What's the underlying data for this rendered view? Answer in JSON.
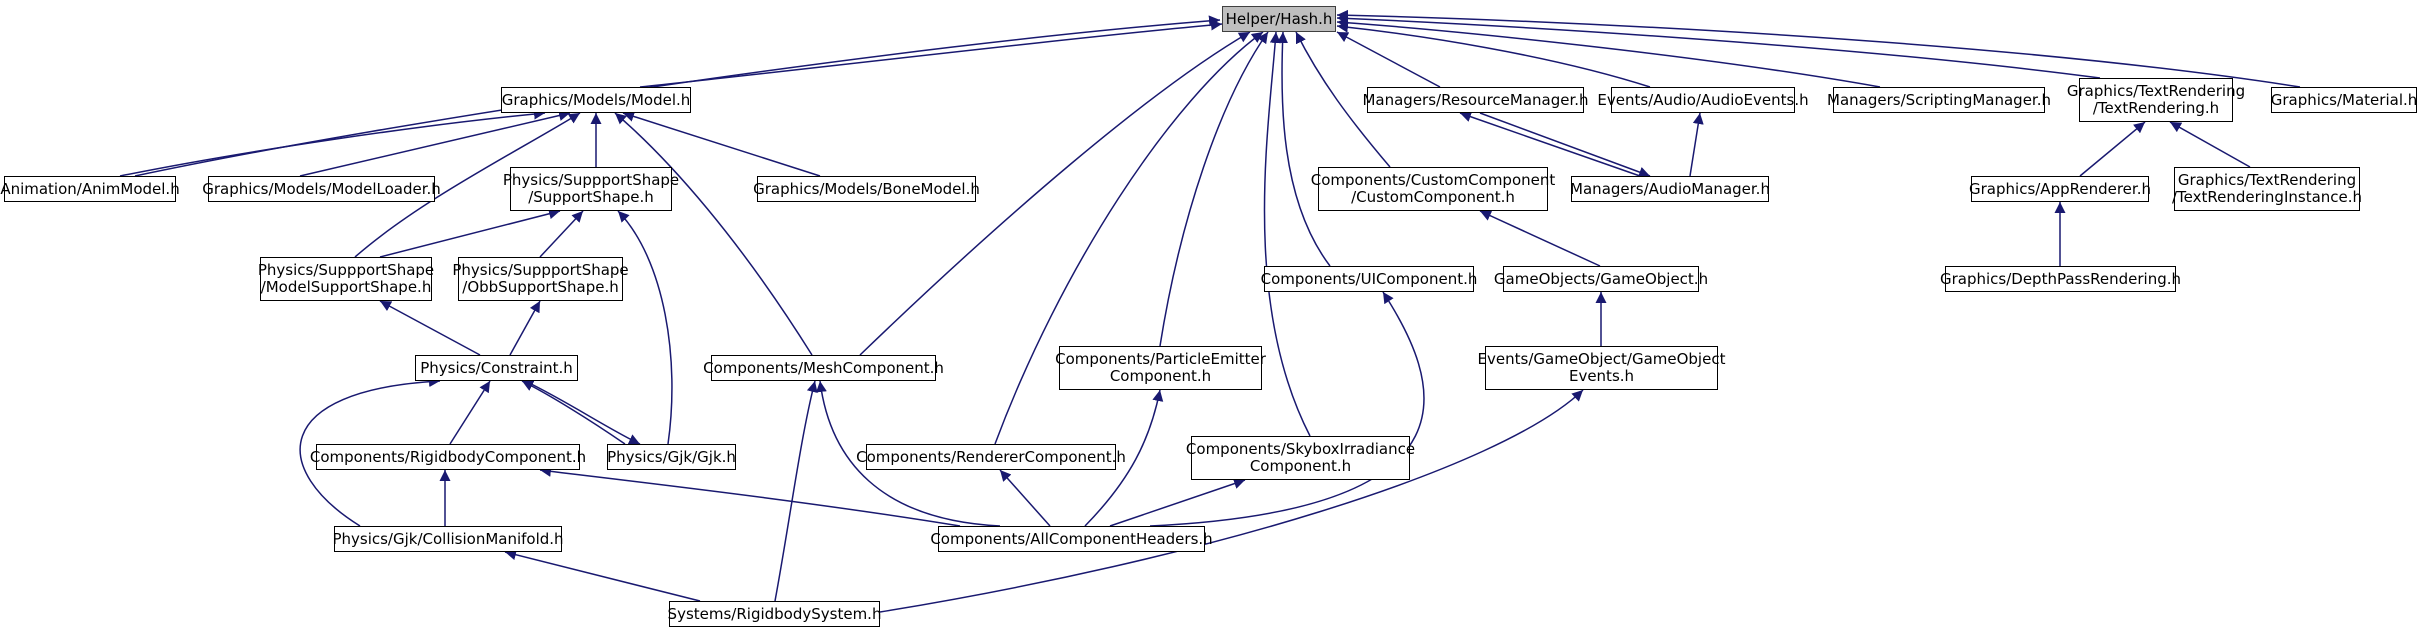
{
  "colors": {
    "edge": "#191970",
    "node_border": "#000000",
    "root_fill": "#bfbfbf"
  },
  "nodes": {
    "hash": "Helper/Hash.h",
    "model": "Graphics/Models/Model.h",
    "resource_manager": "Managers/ResourceManager.h",
    "audio_events": "Events/Audio/AudioEvents.h",
    "scripting_manager": "Managers/ScriptingManager.h",
    "text_rendering": "Graphics/TextRendering\n/TextRendering.h",
    "material": "Graphics/Material.h",
    "anim_model": "Animation/AnimModel.h",
    "model_loader": "Graphics/Models/ModelLoader.h",
    "support_shape": "Physics/SuppportShape\n/SupportShape.h",
    "bone_model": "Graphics/Models/BoneModel.h",
    "custom_component": "Components/CustomComponent\n/CustomComponent.h",
    "audio_manager": "Managers/AudioManager.h",
    "app_renderer": "Graphics/AppRenderer.h",
    "text_rendering_instance": "Graphics/TextRendering\n/TextRenderingInstance.h",
    "model_support_shape": "Physics/SuppportShape\n/ModelSupportShape.h",
    "obb_support_shape": "Physics/SuppportShape\n/ObbSupportShape.h",
    "ui_component": "Components/UIComponent.h",
    "game_object": "GameObjects/GameObject.h",
    "depth_pass_rendering": "Graphics/DepthPassRendering.h",
    "constraint": "Physics/Constraint.h",
    "mesh_component": "Components/MeshComponent.h",
    "particle_emitter": "Components/ParticleEmitter\nComponent.h",
    "game_object_events": "Events/GameObject/GameObject\nEvents.h",
    "rigidbody_component": "Components/RigidbodyComponent.h",
    "gjk": "Physics/Gjk/Gjk.h",
    "renderer_component": "Components/RendererComponent.h",
    "skybox_irradiance": "Components/SkyboxIrradiance\nComponent.h",
    "collision_manifold": "Physics/Gjk/CollisionManifold.h",
    "all_component_headers": "Components/AllComponentHeaders.h",
    "rigidbody_system": "Systems/RigidbodySystem.h"
  }
}
